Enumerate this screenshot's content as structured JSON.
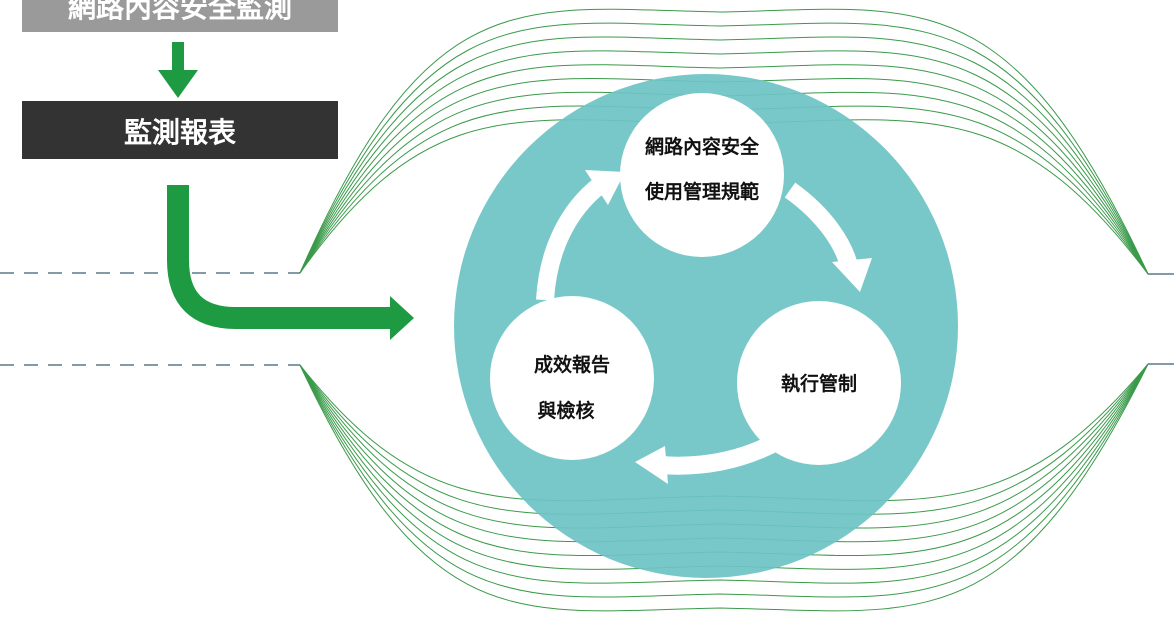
{
  "top_box": {
    "label": "網路內容安全監測"
  },
  "report_box": {
    "label": "監測報表"
  },
  "cycle": {
    "node_policy": {
      "line1": "網路內容安全",
      "line2": "使用管理規範"
    },
    "node_control": {
      "label": "執行管制"
    },
    "node_review": {
      "line1": "成效報告",
      "line2": "與檢核"
    }
  },
  "colors": {
    "green": "#1e9a43",
    "teal": "#6ec3c4",
    "gray_box": "#9a9a9a",
    "dark_box": "#333333",
    "dash": "#5a7a8a",
    "line_green": "#3a9a4a"
  }
}
